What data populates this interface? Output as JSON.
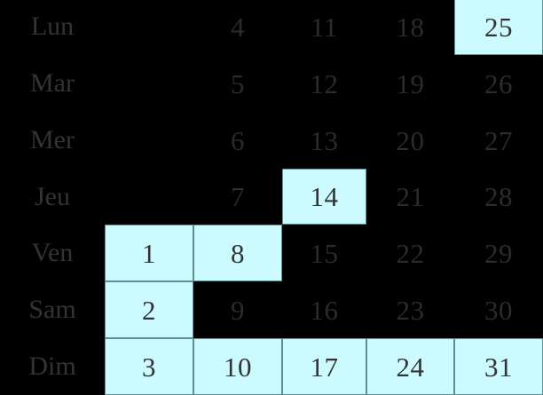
{
  "calendar": {
    "locale_hint": "fr",
    "background_color": "#000000",
    "highlight_color": "#ccfbff",
    "highlight_border_color": "#5e8f93",
    "text_color": "#2b2b2b",
    "label_color": "#333333",
    "day_labels": [
      "Lun",
      "Mar",
      "Mer",
      "Jeu",
      "Ven",
      "Sam",
      "Dim"
    ],
    "columns": 5,
    "rows": [
      {
        "day": "Lun",
        "cells": [
          {
            "value": "",
            "highlighted": false
          },
          {
            "value": "4",
            "highlighted": false
          },
          {
            "value": "11",
            "highlighted": false
          },
          {
            "value": "18",
            "highlighted": false
          },
          {
            "value": "25",
            "highlighted": true
          }
        ]
      },
      {
        "day": "Mar",
        "cells": [
          {
            "value": "",
            "highlighted": false
          },
          {
            "value": "5",
            "highlighted": false
          },
          {
            "value": "12",
            "highlighted": false
          },
          {
            "value": "19",
            "highlighted": false
          },
          {
            "value": "26",
            "highlighted": false
          }
        ]
      },
      {
        "day": "Mer",
        "cells": [
          {
            "value": "",
            "highlighted": false
          },
          {
            "value": "6",
            "highlighted": false
          },
          {
            "value": "13",
            "highlighted": false
          },
          {
            "value": "20",
            "highlighted": false
          },
          {
            "value": "27",
            "highlighted": false
          }
        ]
      },
      {
        "day": "Jeu",
        "cells": [
          {
            "value": "",
            "highlighted": false
          },
          {
            "value": "7",
            "highlighted": false
          },
          {
            "value": "14",
            "highlighted": true
          },
          {
            "value": "21",
            "highlighted": false
          },
          {
            "value": "28",
            "highlighted": false
          }
        ]
      },
      {
        "day": "Ven",
        "cells": [
          {
            "value": "1",
            "highlighted": true
          },
          {
            "value": "8",
            "highlighted": true
          },
          {
            "value": "15",
            "highlighted": false
          },
          {
            "value": "22",
            "highlighted": false
          },
          {
            "value": "29",
            "highlighted": false
          }
        ]
      },
      {
        "day": "Sam",
        "cells": [
          {
            "value": "2",
            "highlighted": true
          },
          {
            "value": "9",
            "highlighted": false
          },
          {
            "value": "16",
            "highlighted": false
          },
          {
            "value": "23",
            "highlighted": false
          },
          {
            "value": "30",
            "highlighted": false
          }
        ]
      },
      {
        "day": "Dim",
        "cells": [
          {
            "value": "3",
            "highlighted": true
          },
          {
            "value": "10",
            "highlighted": true
          },
          {
            "value": "17",
            "highlighted": true
          },
          {
            "value": "24",
            "highlighted": true
          },
          {
            "value": "31",
            "highlighted": true
          }
        ]
      }
    ]
  }
}
